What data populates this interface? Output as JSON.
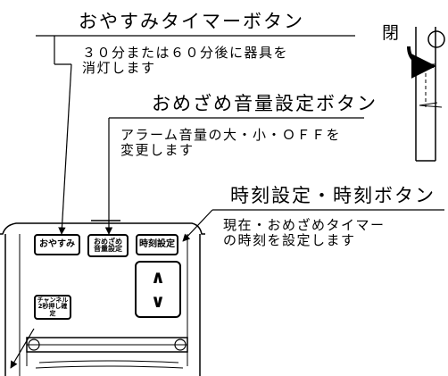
{
  "close_label": "閉",
  "oyasumi": {
    "title": "おやすみタイマーボタン",
    "description_line1": "３０分または６０分後に器具を",
    "description_line2": "消灯します"
  },
  "alarm": {
    "title": "おめざめ音量設定ボタン",
    "description_line1": "アラーム音量の大・小・ＯＦＦを",
    "description_line2": "変更します"
  },
  "clock": {
    "title": "時刻設定・時刻ボタン",
    "description_line1": "現在・おめざめタイマー",
    "description_line2": "の時刻を設定します"
  },
  "panel": {
    "oyasumi_button": "おやすみ",
    "alarm_button_line1": "おめざめ",
    "alarm_button_line2": "音量設定",
    "clock_button": "時刻設定",
    "channel_button_line1": "チャンネル",
    "channel_button_line2": "2秒押し確定",
    "up_arrow": "∧",
    "down_arrow": "∨"
  }
}
